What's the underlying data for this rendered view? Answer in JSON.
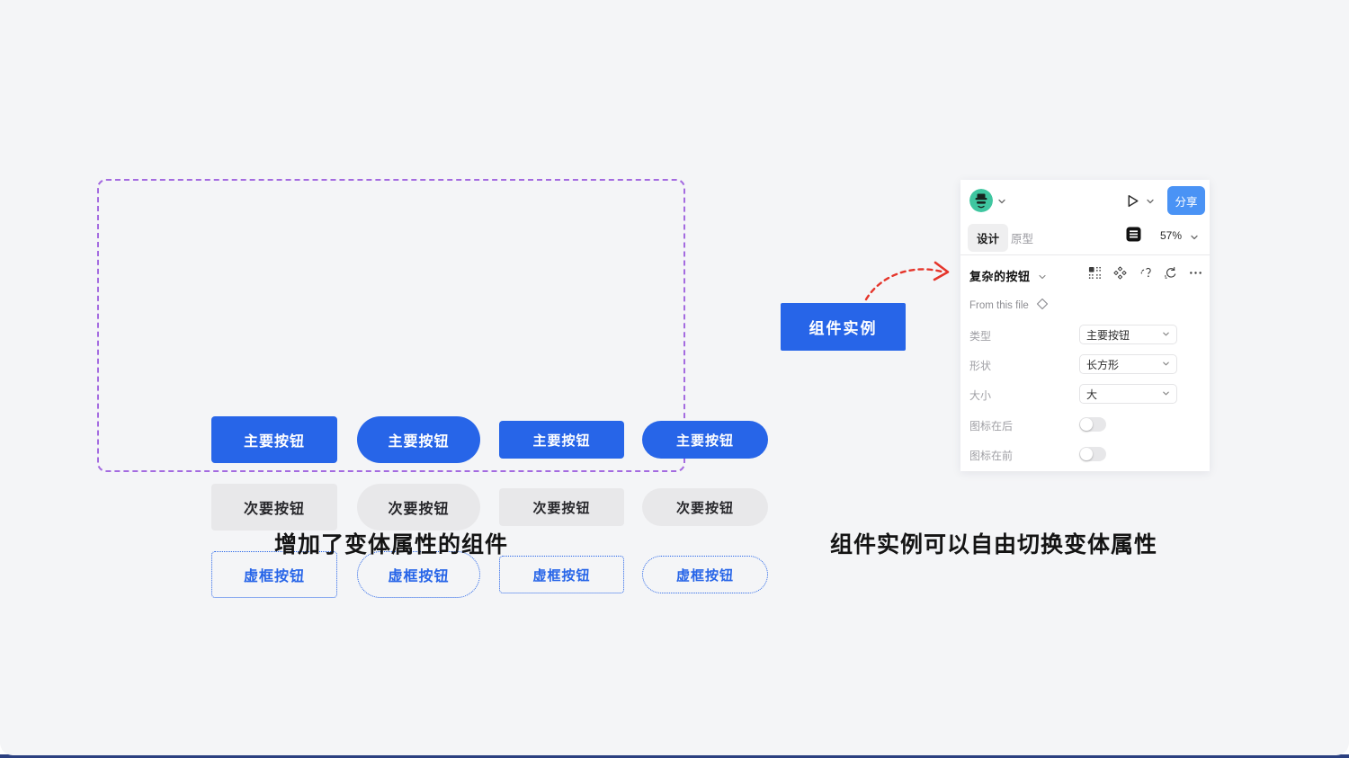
{
  "variants": {
    "primary_label": "主要按钮",
    "secondary_label": "次要按钮",
    "ghost_label": "虚框按钮"
  },
  "captions": {
    "left": "增加了变体属性的组件",
    "right": "组件实例可以自由切换变体属性"
  },
  "instance_button": {
    "label": "组件实例"
  },
  "panel": {
    "share_button": "分享",
    "tab_design": "设计",
    "tab_prototype": "原型",
    "zoom_level": "57%",
    "component_name": "复杂的按钮",
    "source_label": "From this file",
    "prop_type_label": "类型",
    "prop_type_value": "主要按钮",
    "prop_shape_label": "形状",
    "prop_shape_value": "长方形",
    "prop_size_label": "大小",
    "prop_size_value": "大",
    "toggle_icon_after_label": "图标在后",
    "toggle_icon_after_state": "off",
    "toggle_icon_before_label": "图标在前",
    "toggle_icon_before_state": "off"
  },
  "icons": {
    "avatar": "user-avatar",
    "play": "play-icon",
    "dev_mode": "dev-mode-icon",
    "variant_grid": "variant-grid-icon",
    "component": "component-icon",
    "detach": "detach-instance-icon",
    "reset": "reset-instance-icon",
    "more": "more-icon",
    "diamond": "component-diamond-icon",
    "chevron": "chevron-down-icon"
  },
  "colors": {
    "primary_blue": "#2765E8",
    "share_blue": "#4A93F5",
    "secondary_gray": "#E8E8EA",
    "dashed_purple": "#A46BE0",
    "arrow_red": "#E5352B",
    "avatar_teal": "#3FC6A0",
    "canvas_bg": "#F4F5F7",
    "bottom_strip": "#2B4080"
  }
}
